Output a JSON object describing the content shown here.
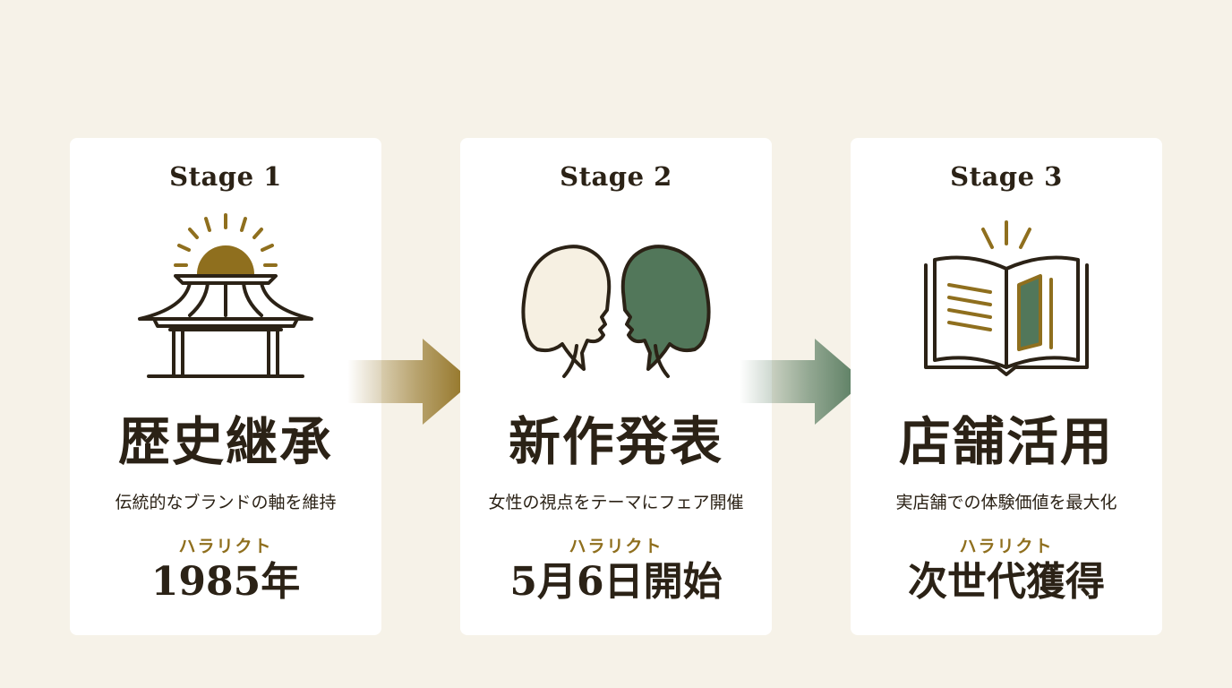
{
  "colors": {
    "background": "#f6f2e8",
    "card": "#ffffff",
    "ink": "#2b2216",
    "gold": "#8f6f1e",
    "green": "#52775a"
  },
  "stages": [
    {
      "label": "Stage 1",
      "icon": "temple-sunrise-icon",
      "title": "歴史継承",
      "description": "伝統的なブランドの軸を維持",
      "brand": "ハラリクト",
      "highlight": "1985年"
    },
    {
      "label": "Stage 2",
      "icon": "two-women-profile-icon",
      "title": "新作発表",
      "description": "女性の視点をテーマにフェア開催",
      "brand": "ハラリクト",
      "highlight": "5月6日開始"
    },
    {
      "label": "Stage 3",
      "icon": "open-book-door-icon",
      "title": "店舗活用",
      "description": "実店舗での体験価値を最大化",
      "brand": "ハラリクト",
      "highlight": "次世代獲得"
    }
  ],
  "arrows": [
    {
      "icon": "right-arrow-gold-icon"
    },
    {
      "icon": "right-arrow-green-icon"
    }
  ]
}
